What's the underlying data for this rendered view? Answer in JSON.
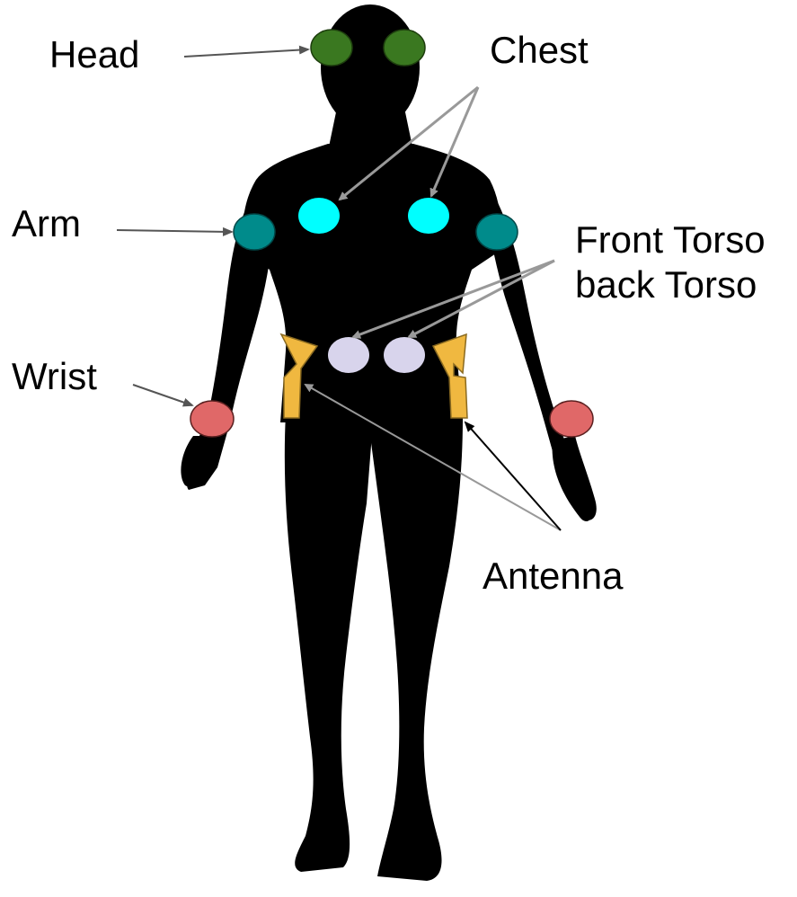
{
  "labels": {
    "head": "Head",
    "chest": "Chest",
    "arm": "Arm",
    "wrist": "Wrist",
    "front_torso": "Front Torso",
    "back_torso": "back Torso",
    "antenna": "Antenna"
  },
  "colors": {
    "silhouette": "#000000",
    "head_sensor": "#3a7820",
    "chest_sensor": "#00ffff",
    "arm_sensor": "#008b8b",
    "torso_sensor": "#d8d4ec",
    "wrist_sensor": "#e06868",
    "antenna": "#f0b840",
    "arrow_gray": "#999999",
    "arrow_dark": "#555555",
    "arrow_black": "#000000"
  }
}
